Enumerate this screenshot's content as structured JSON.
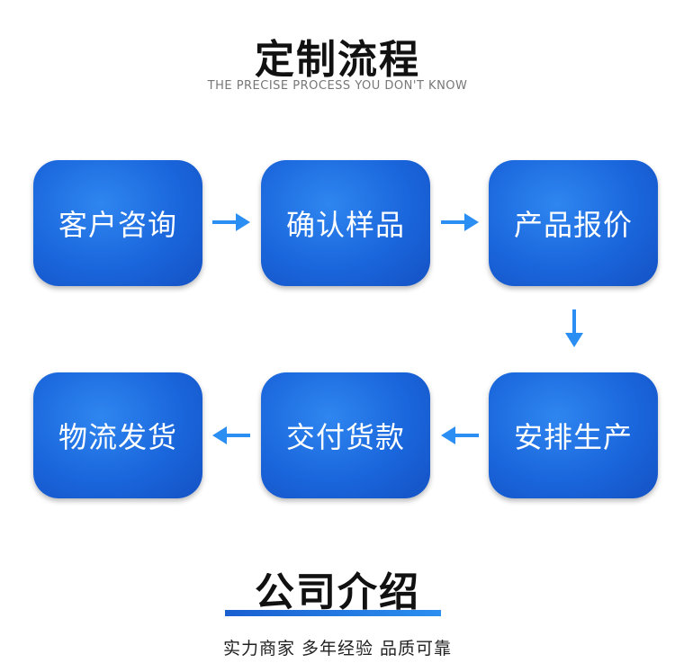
{
  "header": {
    "title": "定制流程",
    "subtitle": "THE PRECISE PROCESS YOU DON'T KNOW"
  },
  "steps": [
    {
      "label": "客户咨询"
    },
    {
      "label": "确认样品"
    },
    {
      "label": "产品报价"
    },
    {
      "label": "安排生产"
    },
    {
      "label": "交付货款"
    },
    {
      "label": "物流发货"
    }
  ],
  "colors": {
    "step_fill": "#1a66dc",
    "arrow": "#2a8ef2",
    "underline": "#1a5fd0"
  },
  "company": {
    "title": "公司介绍",
    "tagline": "实力商家 多年经验 品质可靠"
  }
}
